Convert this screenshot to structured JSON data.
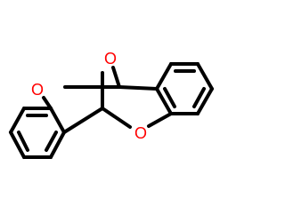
{
  "molecule": {
    "atoms": {
      "o_bridge": "O",
      "o_left": "O",
      "o_right": "O"
    }
  },
  "colors": {
    "bond": "#000000",
    "oxygen": "#ff0000",
    "background": "#ffffff"
  }
}
